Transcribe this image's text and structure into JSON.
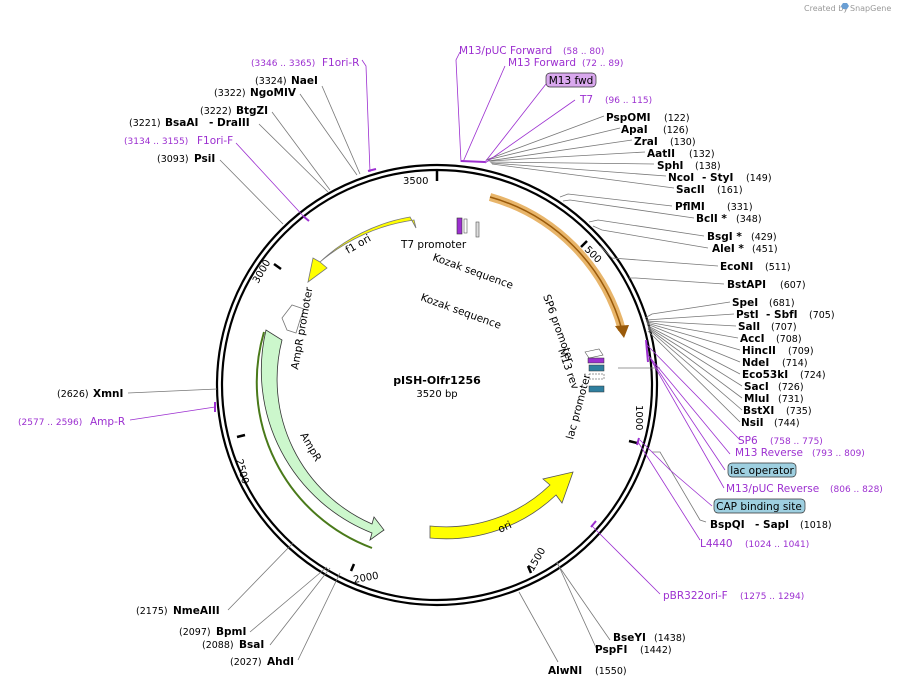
{
  "header": {
    "created_by": "Created by",
    "brand": "SnapGene"
  },
  "plasmid": {
    "name": "pISH-Olfr1256",
    "size": "3520 bp"
  },
  "ticks": [
    "500",
    "1000",
    "1500",
    "2000",
    "2500",
    "3000",
    "3500"
  ],
  "features": {
    "f1ori": "f1 ori",
    "ampr_promoter": "AmpR promoter",
    "ampr": "AmpR",
    "ori": "ori",
    "t7_promoter": "T7 promoter",
    "kozak1": "Kozak sequence",
    "kozak2": "Kozak sequence",
    "sp6_promoter": "SP6 promoter",
    "m13_rev": "M13 rev",
    "lac_promoter": "lac promoter"
  },
  "right_enzymes": [
    {
      "name": "PspOMI",
      "pos": "(122)"
    },
    {
      "name": "ApaI",
      "pos": "(126)"
    },
    {
      "name": "ZraI",
      "pos": "(130)"
    },
    {
      "name": "AatII",
      "pos": "(132)"
    },
    {
      "name": "SphI",
      "pos": "(138)"
    },
    {
      "name": "NcoI",
      "name2": "- StyI",
      "pos": "(149)"
    },
    {
      "name": "SacII",
      "pos": "(161)"
    },
    {
      "name": "PflMI",
      "pos": "(331)"
    },
    {
      "name": "BclI *",
      "pos": "(348)"
    },
    {
      "name": "BsgI *",
      "pos": "(429)"
    },
    {
      "name": "AleI *",
      "pos": "(451)"
    },
    {
      "name": "EcoNI",
      "pos": "(511)"
    },
    {
      "name": "BstAPI",
      "pos": "(607)"
    },
    {
      "name": "SpeI",
      "pos": "(681)"
    },
    {
      "name": "PstI",
      "name2": "- SbfI",
      "pos": "(705)"
    },
    {
      "name": "SalI",
      "pos": "(707)"
    },
    {
      "name": "AccI",
      "pos": "(708)"
    },
    {
      "name": "HincII",
      "pos": "(709)"
    },
    {
      "name": "NdeI",
      "pos": "(714)"
    },
    {
      "name": "Eco53kI",
      "pos": "(724)"
    },
    {
      "name": "SacI",
      "pos": "(726)"
    },
    {
      "name": "MluI",
      "pos": "(731)"
    },
    {
      "name": "BstXI",
      "pos": "(735)"
    },
    {
      "name": "NsiI",
      "pos": "(744)"
    },
    {
      "name": "BspQI",
      "name2": "- SapI",
      "pos": "(1018)"
    }
  ],
  "right_primers": [
    {
      "name": "M13/pUC Forward",
      "pos": "(58 .. 80)"
    },
    {
      "name": "M13 Forward",
      "pos": "(72 .. 89)"
    },
    {
      "name": "M13 fwd",
      "pos": ""
    },
    {
      "name": "T7",
      "pos": "(96 .. 115)"
    },
    {
      "name": "SP6",
      "pos": "(758 .. 775)"
    },
    {
      "name": "M13 Reverse",
      "pos": "(793 .. 809)"
    },
    {
      "name": "lac operator",
      "pos": ""
    },
    {
      "name": "M13/pUC Reverse",
      "pos": "(806 .. 828)"
    },
    {
      "name": "CAP binding site",
      "pos": ""
    },
    {
      "name": "L4440",
      "pos": "(1024 .. 1041)"
    },
    {
      "name": "pBR322ori-F",
      "pos": "(1275 .. 1294)"
    }
  ],
  "bottom_enzymes": [
    {
      "name": "BseYI",
      "pos": "(1438)"
    },
    {
      "name": "PspFI",
      "pos": "(1442)"
    },
    {
      "name": "AlwNI",
      "pos": "(1550)"
    }
  ],
  "left_enzymes": [
    {
      "name": "NaeI",
      "pos": "(3324)"
    },
    {
      "name": "NgoMIV",
      "pos": "(3322)"
    },
    {
      "name": "BtgZI",
      "pos": "(3222)"
    },
    {
      "name": "BsaAI",
      "name2": "- DraIII",
      "pos": "(3221)"
    },
    {
      "name": "PsiI",
      "pos": "(3093)"
    },
    {
      "name": "XmnI",
      "pos": "(2626)"
    },
    {
      "name": "NmeAIII",
      "pos": "(2175)"
    },
    {
      "name": "BpmI",
      "pos": "(2097)"
    },
    {
      "name": "BsaI",
      "pos": "(2088)"
    },
    {
      "name": "AhdI",
      "pos": "(2027)"
    }
  ],
  "left_primers": [
    {
      "name": "F1ori-R",
      "pos": "(3346 .. 3365)"
    },
    {
      "name": "F1ori-F",
      "pos": "(3134 .. 3155)"
    },
    {
      "name": "Amp-R",
      "pos": "(2577 .. 2596)"
    }
  ]
}
